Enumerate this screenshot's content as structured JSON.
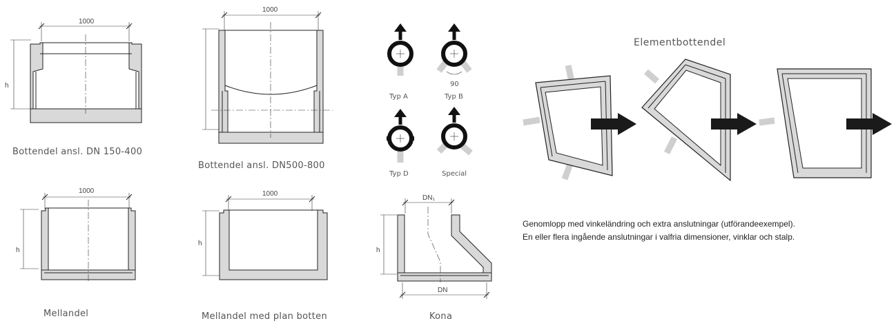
{
  "drawings": {
    "bottendel_small": {
      "dim_width": "1000",
      "dim_height": "h",
      "caption": "Bottendel ansl. DN 150-400"
    },
    "bottendel_large": {
      "dim_width": "1000",
      "caption": "Bottendel ansl. DN500-800"
    },
    "mellandel": {
      "dim_width": "1000",
      "dim_height": "h",
      "caption": "Mellandel"
    },
    "mellandel_plan": {
      "dim_width": "1000",
      "dim_height": "h",
      "caption": "Mellandel med plan botten"
    },
    "kona": {
      "dim_top": "DN₁",
      "dim_bottom": "DN",
      "dim_height": "h",
      "caption": "Kona"
    }
  },
  "connection_types": [
    {
      "label": "Typ A"
    },
    {
      "label": "Typ B",
      "angle_label": "90"
    },
    {
      "label": "Typ D"
    },
    {
      "label": "Special"
    }
  ],
  "element_bottom": {
    "title": "Elementbottendel",
    "note_lines": [
      "Genomlopp med vinkeländring och extra anslutningar (utförandeexempel).",
      "En eller flera ingående anslutningar i valfria dimensioner, vinklar och stalp."
    ]
  },
  "colors": {
    "fill_gray": "#d9d9d9",
    "stub_gray": "#cfcfcf",
    "line": "#222222"
  }
}
